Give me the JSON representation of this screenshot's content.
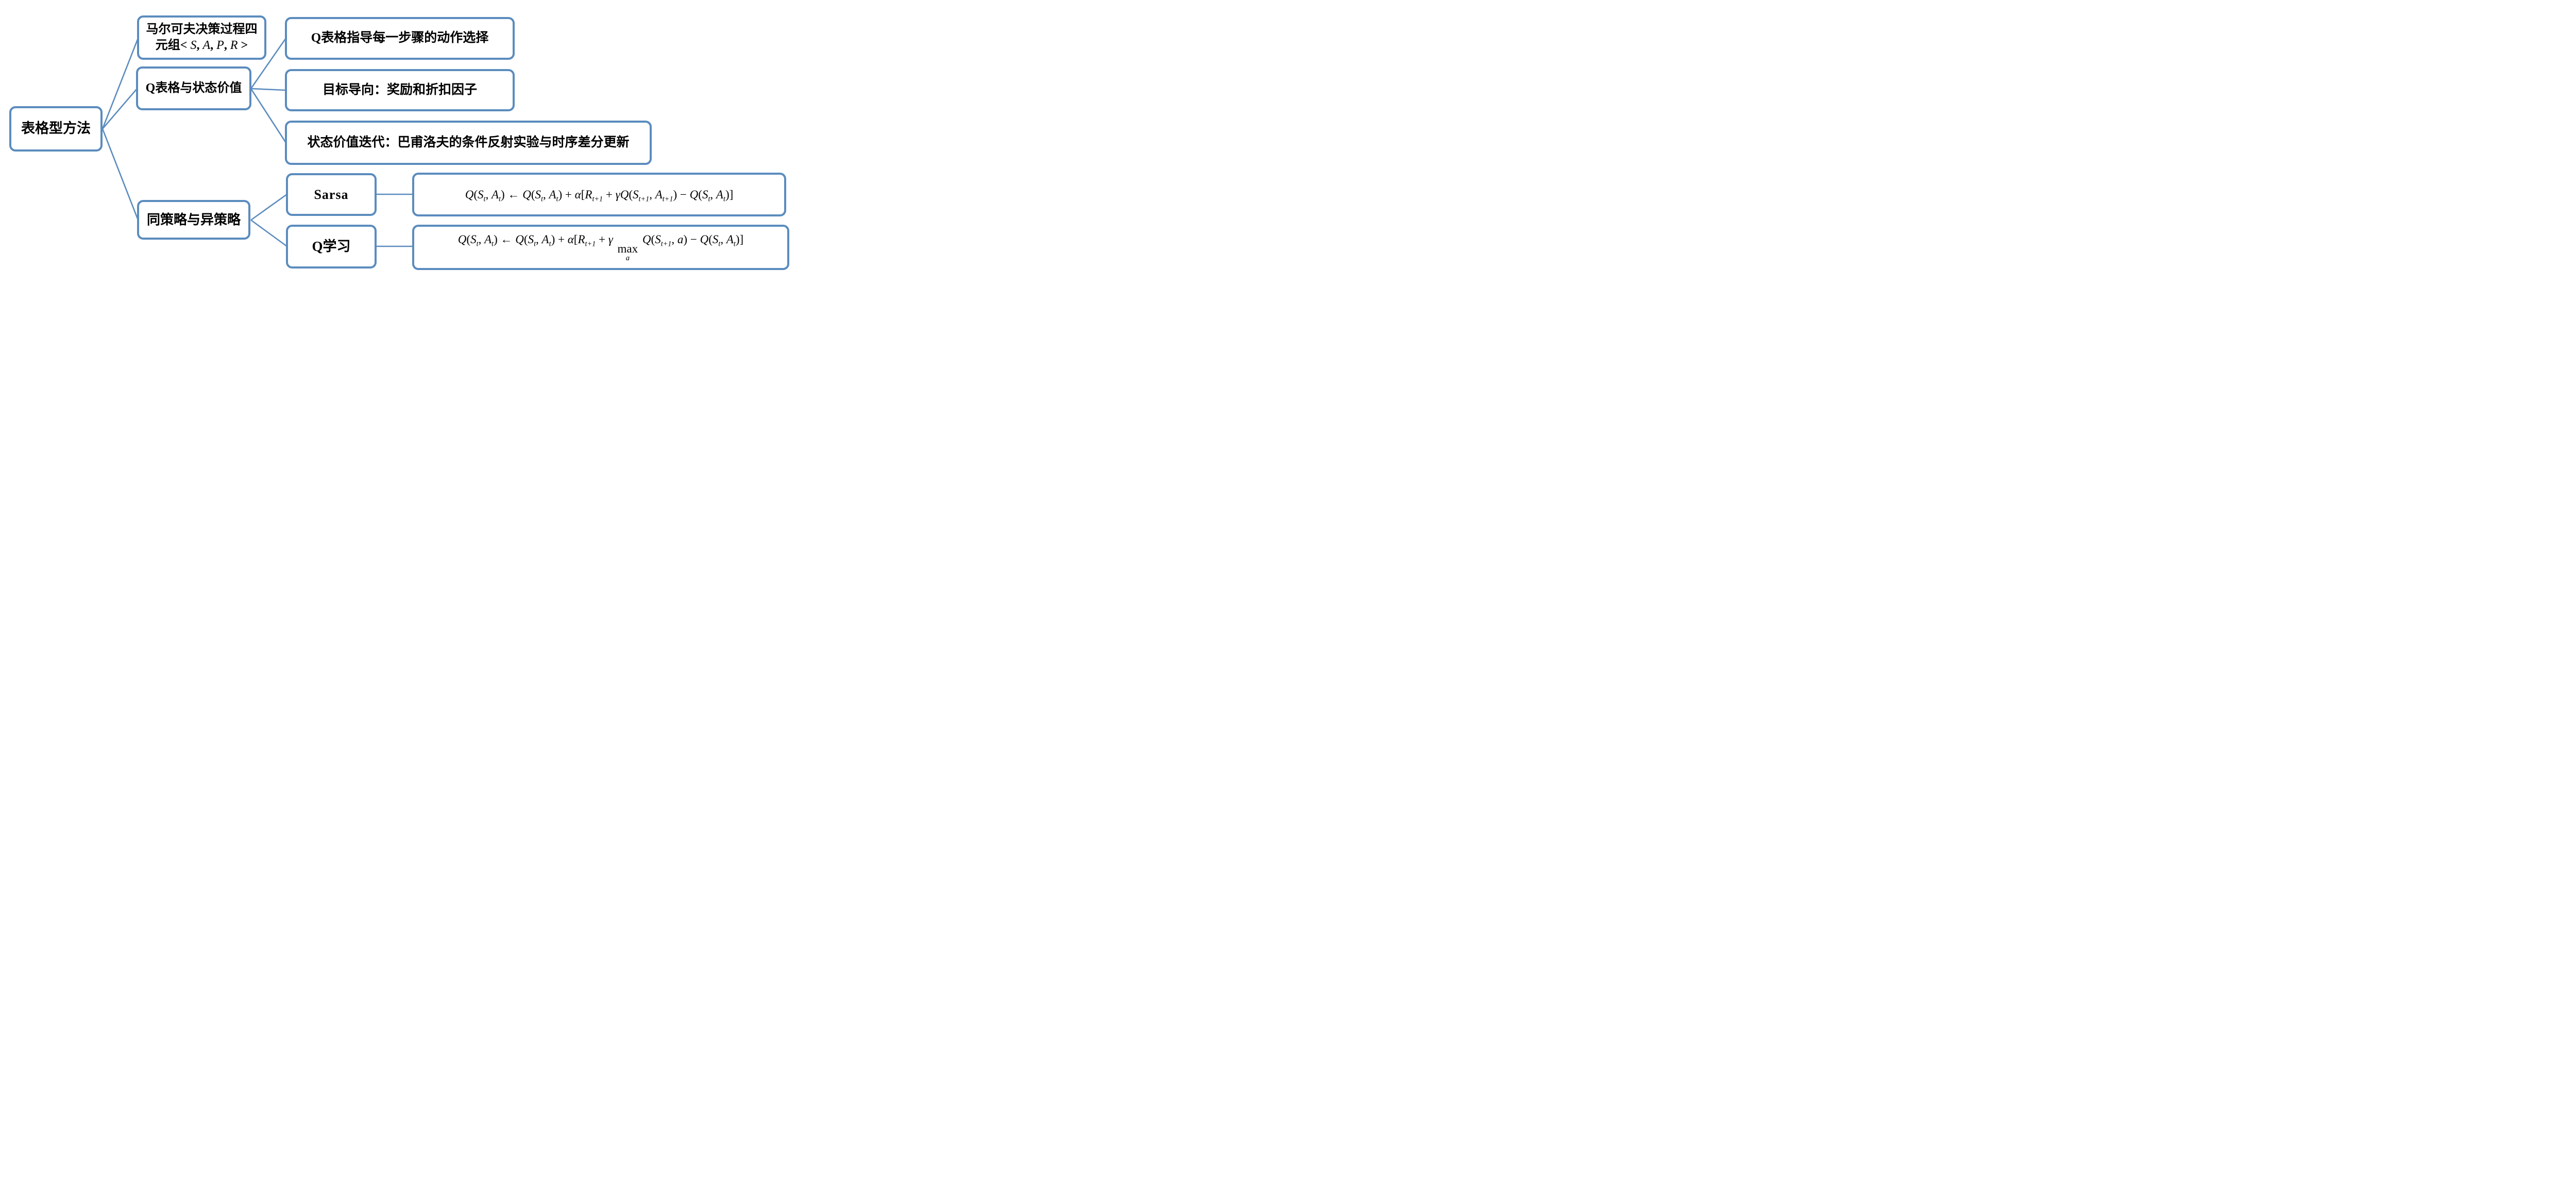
{
  "diagram": {
    "colors": {
      "stroke": "#5b8cbe",
      "text": "#000000",
      "background": "#ffffff"
    },
    "root": {
      "label": "表格型方法"
    },
    "nodes": {
      "mdp": {
        "line1": "马尔可夫决策过程四",
        "line2_tokens": [
          {
            "v": "元组"
          },
          {
            "v": "< "
          },
          {
            "v": "S",
            "it": 1
          },
          {
            "v": ", "
          },
          {
            "v": "A",
            "it": 1
          },
          {
            "v": ", "
          },
          {
            "v": "P",
            "it": 1
          },
          {
            "v": ", "
          },
          {
            "v": "R",
            "it": 1
          },
          {
            "v": " >"
          }
        ]
      },
      "qtable": {
        "label": "Q表格与状态价值"
      },
      "policy": {
        "label": "同策略与异策略"
      },
      "c1": {
        "label": "Q表格指导每一步骤的动作选择"
      },
      "c2": {
        "label": "目标导向：奖励和折扣因子"
      },
      "c3": {
        "label": "状态价值迭代：巴甫洛夫的条件反射实验与时序差分更新"
      },
      "sarsa": {
        "label": "Sarsa"
      },
      "qlearning": {
        "label": "Q学习"
      },
      "sarsa_formula": {
        "tokens": [
          {
            "v": "Q",
            "it": 1
          },
          {
            "v": "("
          },
          {
            "v": "S",
            "it": 1,
            "sub": "t"
          },
          {
            "v": ", "
          },
          {
            "v": "A",
            "it": 1,
            "sub": "t"
          },
          {
            "v": ")"
          },
          {
            "v": " ← "
          },
          {
            "v": "Q",
            "it": 1
          },
          {
            "v": "("
          },
          {
            "v": "S",
            "it": 1,
            "sub": "t"
          },
          {
            "v": ", "
          },
          {
            "v": "A",
            "it": 1,
            "sub": "t"
          },
          {
            "v": ")"
          },
          {
            "v": " + "
          },
          {
            "v": "α",
            "it": 1
          },
          {
            "v": "["
          },
          {
            "v": "R",
            "it": 1,
            "sub": "t+1"
          },
          {
            "v": " + "
          },
          {
            "v": "γ",
            "it": 1
          },
          {
            "v": "Q",
            "it": 1
          },
          {
            "v": "("
          },
          {
            "v": "S",
            "it": 1,
            "sub": "t+1"
          },
          {
            "v": ", "
          },
          {
            "v": "A",
            "it": 1,
            "sub": "t+1"
          },
          {
            "v": ")"
          },
          {
            "v": " − "
          },
          {
            "v": "Q",
            "it": 1
          },
          {
            "v": "("
          },
          {
            "v": "S",
            "it": 1,
            "sub": "t"
          },
          {
            "v": ", "
          },
          {
            "v": "A",
            "it": 1,
            "sub": "t"
          },
          {
            "v": ")]"
          }
        ]
      },
      "qlearning_formula": {
        "tokens": [
          {
            "v": "Q",
            "it": 1
          },
          {
            "v": "("
          },
          {
            "v": "S",
            "it": 1,
            "sub": "t"
          },
          {
            "v": ", "
          },
          {
            "v": "A",
            "it": 1,
            "sub": "t"
          },
          {
            "v": ")"
          },
          {
            "v": " ← "
          },
          {
            "v": "Q",
            "it": 1
          },
          {
            "v": "("
          },
          {
            "v": "S",
            "it": 1,
            "sub": "t"
          },
          {
            "v": ", "
          },
          {
            "v": "A",
            "it": 1,
            "sub": "t"
          },
          {
            "v": ")"
          },
          {
            "v": " + "
          },
          {
            "v": "α",
            "it": 1
          },
          {
            "v": "["
          },
          {
            "v": "R",
            "it": 1,
            "sub": "t+1"
          },
          {
            "v": " + "
          },
          {
            "v": "γ",
            "it": 1
          },
          {
            "v": " "
          },
          {
            "v": "max",
            "under": "a"
          },
          {
            "v": " "
          },
          {
            "v": "Q",
            "it": 1
          },
          {
            "v": "("
          },
          {
            "v": "S",
            "it": 1,
            "sub": "t+1"
          },
          {
            "v": ", "
          },
          {
            "v": "a",
            "it": 1
          },
          {
            "v": ")"
          },
          {
            "v": " − "
          },
          {
            "v": "Q",
            "it": 1
          },
          {
            "v": "("
          },
          {
            "v": "S",
            "it": 1,
            "sub": "t"
          },
          {
            "v": ", "
          },
          {
            "v": "A",
            "it": 1,
            "sub": "t"
          },
          {
            "v": ")]"
          }
        ]
      }
    }
  }
}
